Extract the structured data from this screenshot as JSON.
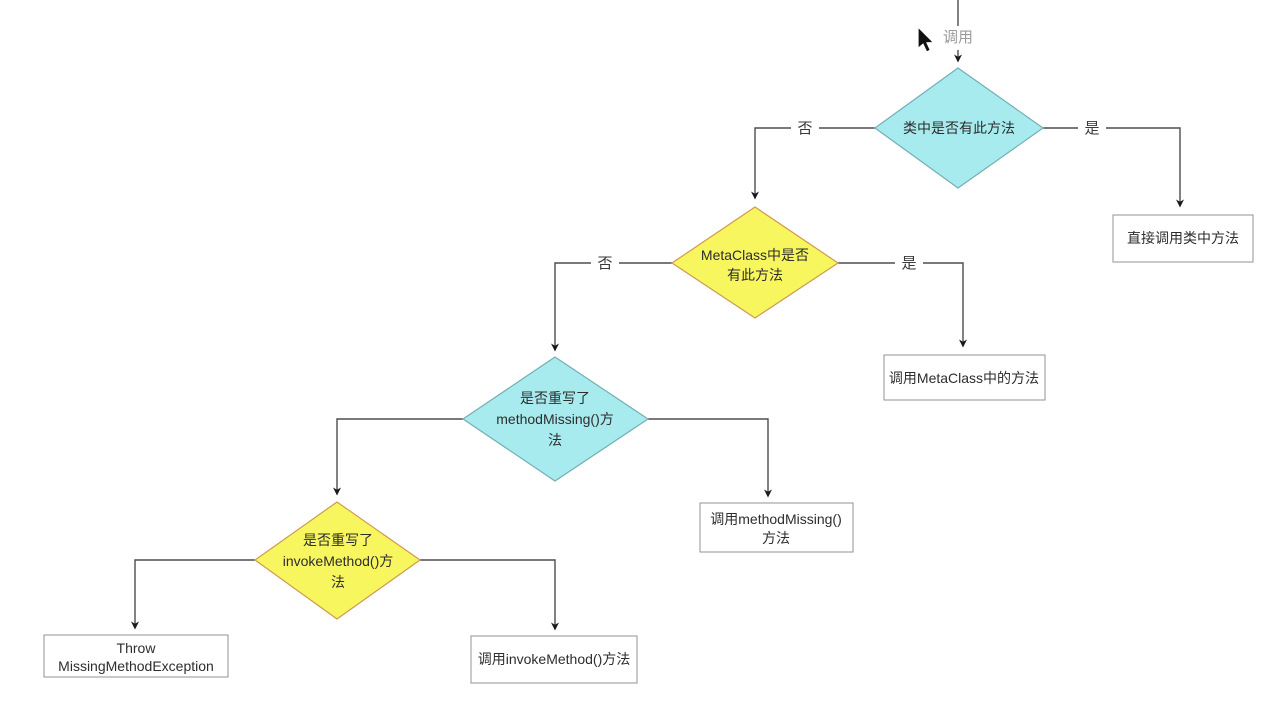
{
  "flowchart": {
    "entry_label": "调用",
    "edge_labels": {
      "yes": "是",
      "no": "否"
    },
    "decisions": {
      "class_has_method": {
        "lines": [
          "类中是否有此方法"
        ]
      },
      "metaclass_has_method": {
        "lines": [
          "MetaClass中是否",
          "有此方法"
        ]
      },
      "method_missing_overridden": {
        "lines": [
          "是否重写了",
          "methodMissing()方",
          "法"
        ]
      },
      "invoke_method_overridden": {
        "lines": [
          "是否重写了",
          "invokeMethod()方",
          "法"
        ]
      }
    },
    "processes": {
      "call_class_method": {
        "lines": [
          "直接调用类中方法"
        ]
      },
      "call_metaclass_method": {
        "lines": [
          "调用MetaClass中的方法"
        ]
      },
      "call_method_missing": {
        "lines": [
          "调用methodMissing()",
          "方法"
        ]
      },
      "throw_exception": {
        "lines": [
          "Throw",
          "MissingMethodException"
        ]
      },
      "call_invoke_method": {
        "lines": [
          "调用invokeMethod()方法"
        ]
      }
    },
    "colors": {
      "cyan_fill": "#A7EBEE",
      "cyan_stroke": "#74AEB5",
      "yellow_fill": "#F8F65F",
      "yellow_stroke": "#CE9A4F",
      "line": "#4d4d4d",
      "box_border": "#9d9d9d",
      "entry_label_color": "#9a9a9a"
    }
  }
}
